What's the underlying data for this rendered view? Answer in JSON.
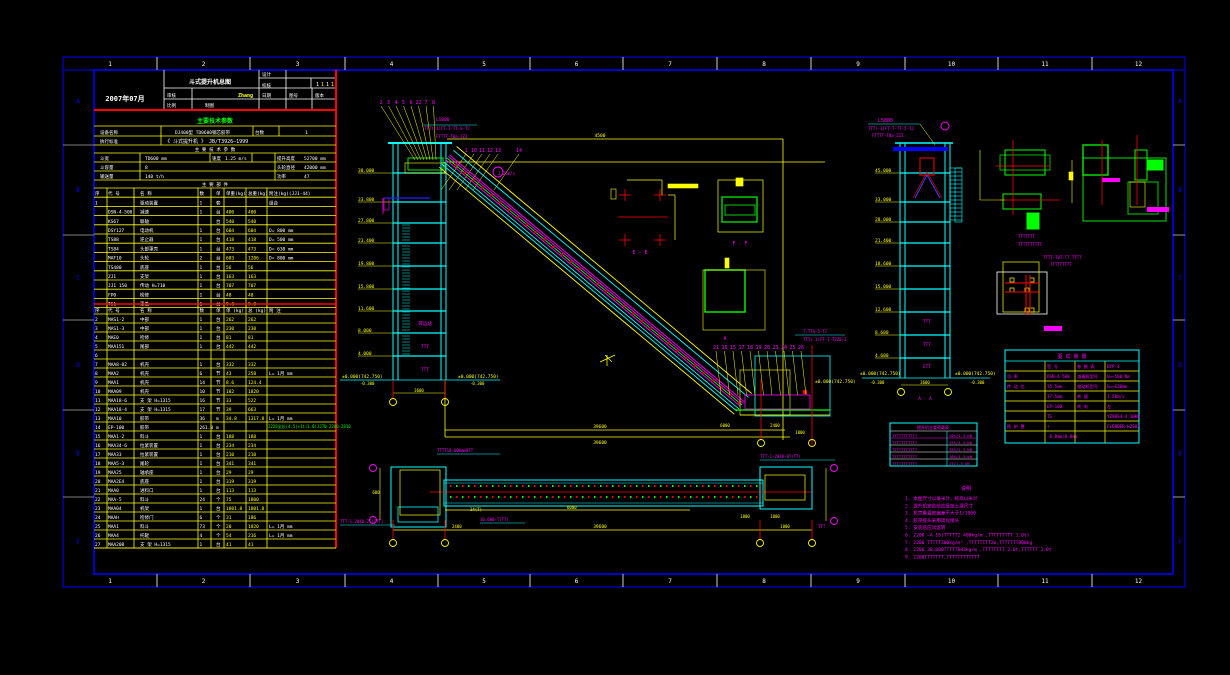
{
  "colors": {
    "background": "#000000",
    "frame": "#0000ff",
    "inner_frame": "#1010ff",
    "table_line": "#ffff00",
    "title_line": "#ff0000",
    "text": "#ffffff",
    "cyan": "#00ffff",
    "magenta": "#ff00ff",
    "green": "#00ff00",
    "yellow": "#ffff00",
    "red": "#ff0000"
  },
  "grid": {
    "columns": [
      "1",
      "2",
      "3",
      "4",
      "5",
      "6",
      "7",
      "8",
      "9",
      "10",
      "11",
      "12"
    ],
    "rows": [
      "A",
      "B",
      "C",
      "D",
      "E",
      "F"
    ]
  },
  "title_block": {
    "date": "2007年07月",
    "project": "斗式提升机总图",
    "designer_label": "设计",
    "checker_label": "校核",
    "signature": "Zhang",
    "approve_label": "审核",
    "scale_label": "比例",
    "sheet_label": "张",
    "sheet_values": [
      "1",
      "1",
      "1",
      "1"
    ],
    "row_labels": [
      "日期",
      "图号",
      "版本"
    ],
    "drawing_no": "制图"
  },
  "spec": {
    "title": "主要技术参数",
    "rows": [
      {
        "label": "设备名称",
        "value": "DJ400型 TD0600钢芯胶带",
        "k": "台数",
        "v": "1"
      },
      {
        "label": "执行标准",
        "value": "《 斗式提升机 》 JB/T3926—1999",
        "k": "",
        "v": ""
      }
    ],
    "section2": "主 要 技 术 参 数",
    "params": [
      {
        "k": "斗宽",
        "v1": "TD600 mm",
        "k2": "速度",
        "v2": "1.25 m/s",
        "k3": "提升高度",
        "v3": "52700 mm"
      },
      {
        "k": "斗容量",
        "v1": "8",
        "k2": "",
        "v2": "",
        "k3": "头轮直径",
        "v3": "42000 mm"
      },
      {
        "k": "输送量",
        "v1": "140 t/h",
        "k2": "",
        "v2": "",
        "k3": "功率",
        "v3": "47"
      }
    ],
    "section3": "主 要 部 件"
  },
  "parts_upper": {
    "headers": [
      "序",
      "代 号",
      "名 称",
      "数",
      "单",
      "单重(kg)",
      "总重(kg)",
      "附注(kg)(JJ1-44)"
    ],
    "rows": [
      [
        "1",
        "",
        "驱动装置",
        "1",
        "套",
        "",
        "",
        "组合"
      ],
      [
        "",
        "DSN-4-500",
        "减速",
        "1",
        "台",
        "400",
        "400",
        ""
      ],
      [
        "",
        "KS67",
        "联轴",
        "",
        "台",
        "540",
        "540",
        ""
      ],
      [
        "",
        "DSY127",
        "电动机",
        "1",
        "台",
        "604",
        "604",
        "D= 800 mm"
      ],
      [
        "",
        "TS88",
        "逆止器",
        "1",
        "台",
        "418",
        "418",
        "D= 500 mm"
      ],
      [
        "",
        "TS84",
        "头部罩壳",
        "1",
        "台",
        "473",
        "473",
        "D= 630 mm"
      ],
      [
        "",
        "MAF10",
        "头轮",
        "2",
        "台",
        "603",
        "1206",
        "D= 800 mm"
      ],
      [
        "",
        "TS480",
        "底座",
        "1",
        "台",
        "56",
        "56",
        ""
      ],
      [
        "",
        "ZJ1",
        "支架",
        "1",
        "台",
        "163",
        "163",
        ""
      ],
      [
        "",
        "JJ1 150",
        "传动 H=710",
        "1",
        "台",
        "707",
        "707",
        ""
      ],
      [
        "",
        "FP0",
        "检修",
        "1",
        "台",
        "48",
        "48",
        ""
      ],
      [
        "",
        "TS1",
        "罩盖",
        "1",
        "台",
        "9.8",
        "9.8",
        ""
      ]
    ]
  },
  "parts_lower": {
    "headers": [
      "序",
      "代 号",
      "名 称",
      "数",
      "单",
      "单 (kg)",
      "总 (kg)",
      "附 注"
    ],
    "rows": [
      [
        "2",
        "MAS1-2",
        "中部",
        "1",
        "台",
        "262",
        "262",
        ""
      ],
      [
        "3",
        "MAS1-3",
        "中部",
        "1",
        "台",
        "230",
        "230",
        ""
      ],
      [
        "4",
        "MAE0",
        "检修",
        "1",
        "台",
        "81",
        "81",
        ""
      ],
      [
        "5",
        "MAA151",
        "尾部",
        "1",
        "台",
        "442",
        "442",
        ""
      ],
      [
        "6",
        "",
        "",
        "",
        "",
        "",
        "",
        ""
      ],
      [
        "7",
        "MAA8-02",
        "机壳",
        "1",
        "台",
        "332",
        "332",
        ""
      ],
      [
        "8",
        "MAA2",
        "机壳",
        "6",
        "节",
        "43",
        "258",
        "L= 1月 mm"
      ],
      [
        "9",
        "MAA1",
        "机壳",
        "14",
        "节",
        "8.6",
        "124.4",
        ""
      ],
      [
        "10",
        "MAA09",
        "机壳",
        "10",
        "节",
        "182",
        "1820",
        ""
      ],
      [
        "11",
        "MAA18-6",
        "支 架 H=1315",
        "16",
        "节",
        "33",
        "522",
        ""
      ],
      [
        "12",
        "MAA18-4",
        "支 架 H=1315",
        "17",
        "节",
        "39",
        "663",
        ""
      ],
      [
        "13",
        "MAA10",
        "胶带",
        "36",
        "m",
        "34.8",
        "1317.8",
        "L= 1月 mm"
      ],
      [
        "14",
        "EP-100",
        "胶带",
        "261.0",
        "m",
        "",
        "",
        ""
      ],
      [
        "15",
        "MAA1-2",
        "料斗",
        "1",
        "台",
        "188",
        "188",
        ""
      ],
      [
        "16",
        "MAA34-6",
        "拉紧装置",
        "1",
        "台",
        "234",
        "234",
        ""
      ],
      [
        "17",
        "MAA33",
        "拉紧装置",
        "1",
        "台",
        "210",
        "210",
        ""
      ],
      [
        "18",
        "MAA5-3",
        "尾轮",
        "1",
        "台",
        "341",
        "341",
        ""
      ],
      [
        "19",
        "MAA25",
        "轴承座",
        "1",
        "台",
        "29",
        "29",
        ""
      ],
      [
        "20",
        "MAA2E4",
        "底座",
        "1",
        "台",
        "319",
        "319",
        ""
      ],
      [
        "21",
        "MAA0",
        "进料口",
        "1",
        "台",
        "113",
        "113",
        ""
      ],
      [
        "22",
        "MAA-5",
        "料斗",
        "24",
        "个",
        "75",
        "1800",
        ""
      ],
      [
        "23",
        "MAA04",
        "机架",
        "1",
        "台",
        "1801.8",
        "1801.8",
        ""
      ],
      [
        "24",
        "MAAH",
        "检修门",
        "6",
        "个",
        "31",
        "186",
        ""
      ],
      [
        "25",
        "MAA1",
        "料斗",
        "73",
        "个",
        "20",
        "1820",
        "L= 1月 mm"
      ],
      [
        "26",
        "MAA4",
        "托辊",
        "4",
        "个",
        "54",
        "216",
        "L= 1月 mm"
      ],
      [
        "27",
        "MAA208",
        "支 架 H=1315",
        "1",
        "台",
        "41",
        "41",
        ""
      ]
    ],
    "note_green": "2220全长(4.5)+1t(1.0)JJ70-2200-2810"
  },
  "left_tower": {
    "elevations": [
      "38.000",
      "33.800",
      "27.800",
      "23.400",
      "19.800",
      "15.800",
      "11.600",
      "8.000",
      "4.000"
    ],
    "ground_left": "±0.000(742.750)",
    "ground_right": "±0.000(742.750)",
    "ground_sub": "-0.300",
    "floor_labels": [
      "转运站",
      "TTT",
      "TTT"
    ],
    "axis_dim": "3600",
    "callouts": [
      "2",
      "3",
      "4",
      "5",
      "6",
      "22",
      "7",
      "8"
    ],
    "callout_text": [
      "L5800",
      "TTT(-1)FT-T-TT-S-TJ",
      "FTTTT-T0a-2Z3"
    ],
    "callouts2": [
      "1",
      "10",
      "11",
      "12",
      "13",
      "14"
    ],
    "head_label": "1.25m/s"
  },
  "sections": {
    "e_label": "E - E",
    "f_label": "F - F",
    "a_label": "A"
  },
  "head_end": {
    "callouts": [
      "21",
      "16",
      "15",
      "17",
      "18",
      "19",
      "20",
      "23",
      "24",
      "25",
      "26"
    ],
    "labels": [
      "T.TTA-5-T7",
      "TTT(-1)FT-T-T2Z0-3",
      "±0.000(742.750)"
    ]
  },
  "dims": {
    "top": "4500",
    "total_1": "39600",
    "total_2": "39600",
    "span_a": "6000",
    "span_b": "2400",
    "span_c": "1800"
  },
  "right_tower": {
    "elevations": [
      "45.000",
      "33.000",
      "28.000",
      "21.400",
      "18.600",
      "15.000",
      "12.600",
      "8.600",
      "4.600"
    ],
    "ground_left": "±0.000(742.750)",
    "ground_right": "±0.000(742.750)",
    "ground_sub": "-0.300",
    "top_label": "L5800",
    "top_text": [
      "TTT(-1)FT-T-TT-5-TJ",
      "FTTTT-T0a-2Z3"
    ],
    "floor_labels": [
      "TTT",
      "TTT",
      "ETT"
    ],
    "axis_dim": "3600",
    "section_label": "A - A"
  },
  "detail_labels": {
    "plan_title": "TTTTTTT",
    "plan_sub": "TTTTTTTTTT",
    "plan_note": "TTTT—T0T-TT TTTT",
    "plan_note2": "TTTTTTTTT"
  },
  "drive_table": {
    "title": "驱 动 装 置",
    "rows": [
      [
        "",
        "型 号",
        "参 数 表",
        "DYP-4"
      ],
      [
        "功 率",
        "DSN-4-500",
        "减速机型号",
        "U=~500 Nm"
      ],
      [
        "传 动 比",
        "35.5mm",
        "电动机型号",
        "U=~630mm"
      ],
      [
        "",
        "37.5mm",
        "转 速",
        "1.50m/s"
      ],
      [
        "",
        "EP-100",
        "转 向",
        "左"
      ],
      [
        "",
        "TG",
        "",
        "YZ90S4-4 30KW"
      ],
      [
        "防 护 罩",
        "+",
        "",
        "FLENDER H2SH7"
      ],
      [
        "",
        "-0.0mm/0.0mm",
        "",
        ""
      ]
    ]
  },
  "small_table": {
    "title": "提升机主要荷载表",
    "rows": [
      [
        "TTTTTTTTTTT",
        "20t/1.3 kN"
      ],
      [
        "TTTTTTTTTTT",
        "25t/1.3 kN"
      ],
      [
        "TTTTTTTTTTT",
        "35t/1.3 kN"
      ],
      [
        "TTTTTTTTTTT",
        "18t/1.3 kN"
      ],
      [
        "TTTTTTTTTTT",
        "2t/1.3 kN"
      ]
    ]
  },
  "notes": {
    "title": "说明",
    "lines": [
      "1. 本图尺寸以毫米计，标高以米计",
      "2. 提升机安装前应复核土建尺寸",
      "3. 机壳垂直度偏差不大于1/1000",
      "4. 胶带接头采用硫化接头",
      "5. 安装后应试运转",
      "6. 2200 —A 10(TTTTT2 400kg/m ,TTTTTTTTT 1.0t)",
      "7. 2200 TTTTT300kg/m² ,TTTTTTTT2m,TTTTTTT800kg",
      "8. 2200 38.000TTTTT803kg/m ,TTTTTTTT 2.0t,TTTTTT 2.0t",
      "9. 2200TTTTTTT,TTTTTTTTTTTT"
    ]
  },
  "bottom_plan": {
    "labels": [
      "TTTT10-600mm0TT",
      "TTT-1-2010-0T(TT)",
      "TTT-1-2010-2T(TTT)",
      "10.600-T(TT)",
      "TTT"
    ],
    "dims": [
      "39600",
      "2400",
      "1800",
      "6000",
      "1800",
      "1800",
      "600",
      "24(T)"
    ]
  }
}
